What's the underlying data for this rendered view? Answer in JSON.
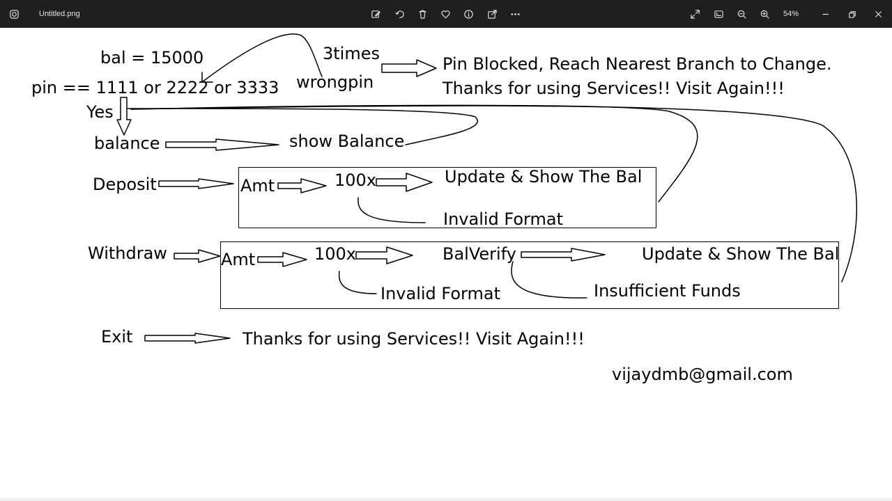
{
  "titlebar": {
    "file_name": "Untitled.png",
    "zoom_level": "54%",
    "icons": [
      "app-icon",
      "edit-icon",
      "rotate-icon",
      "delete-icon",
      "favorite-icon",
      "info-icon",
      "share-icon",
      "more-icon",
      "fullscreen-icon",
      "crop-icon",
      "zoom-out-icon",
      "zoom-in-icon",
      "minimize-icon",
      "restore-icon",
      "close-icon"
    ]
  },
  "diagram": {
    "bal": "bal = 15000",
    "pin": "pin ==  1111 or 2222 or 3333",
    "three_times": "3times",
    "wrongpin": "wrongpin",
    "blocked_line1": "Pin Blocked, Reach Nearest Branch to Change.",
    "blocked_line2": "Thanks for using Services!! Visit Again!!!",
    "yes": "Yes",
    "balance": "balance",
    "show_balance": "show Balance",
    "deposit": "Deposit",
    "deposit_amt": "Amt",
    "deposit_100x": "100x",
    "deposit_update": "Update & Show The Bal",
    "deposit_invalid": "Invalid Format",
    "withdraw": "Withdraw",
    "withdraw_amt": "Amt",
    "withdraw_100x": "100x",
    "bal_verify": "BalVerify",
    "withdraw_update": "Update & Show The Bal",
    "withdraw_invalid": "Invalid Format",
    "insufficient": "Insufficient Funds",
    "exit": "Exit",
    "exit_message": "Thanks for using Services!! Visit Again!!!",
    "email": "vijaydmb@gmail.com"
  }
}
